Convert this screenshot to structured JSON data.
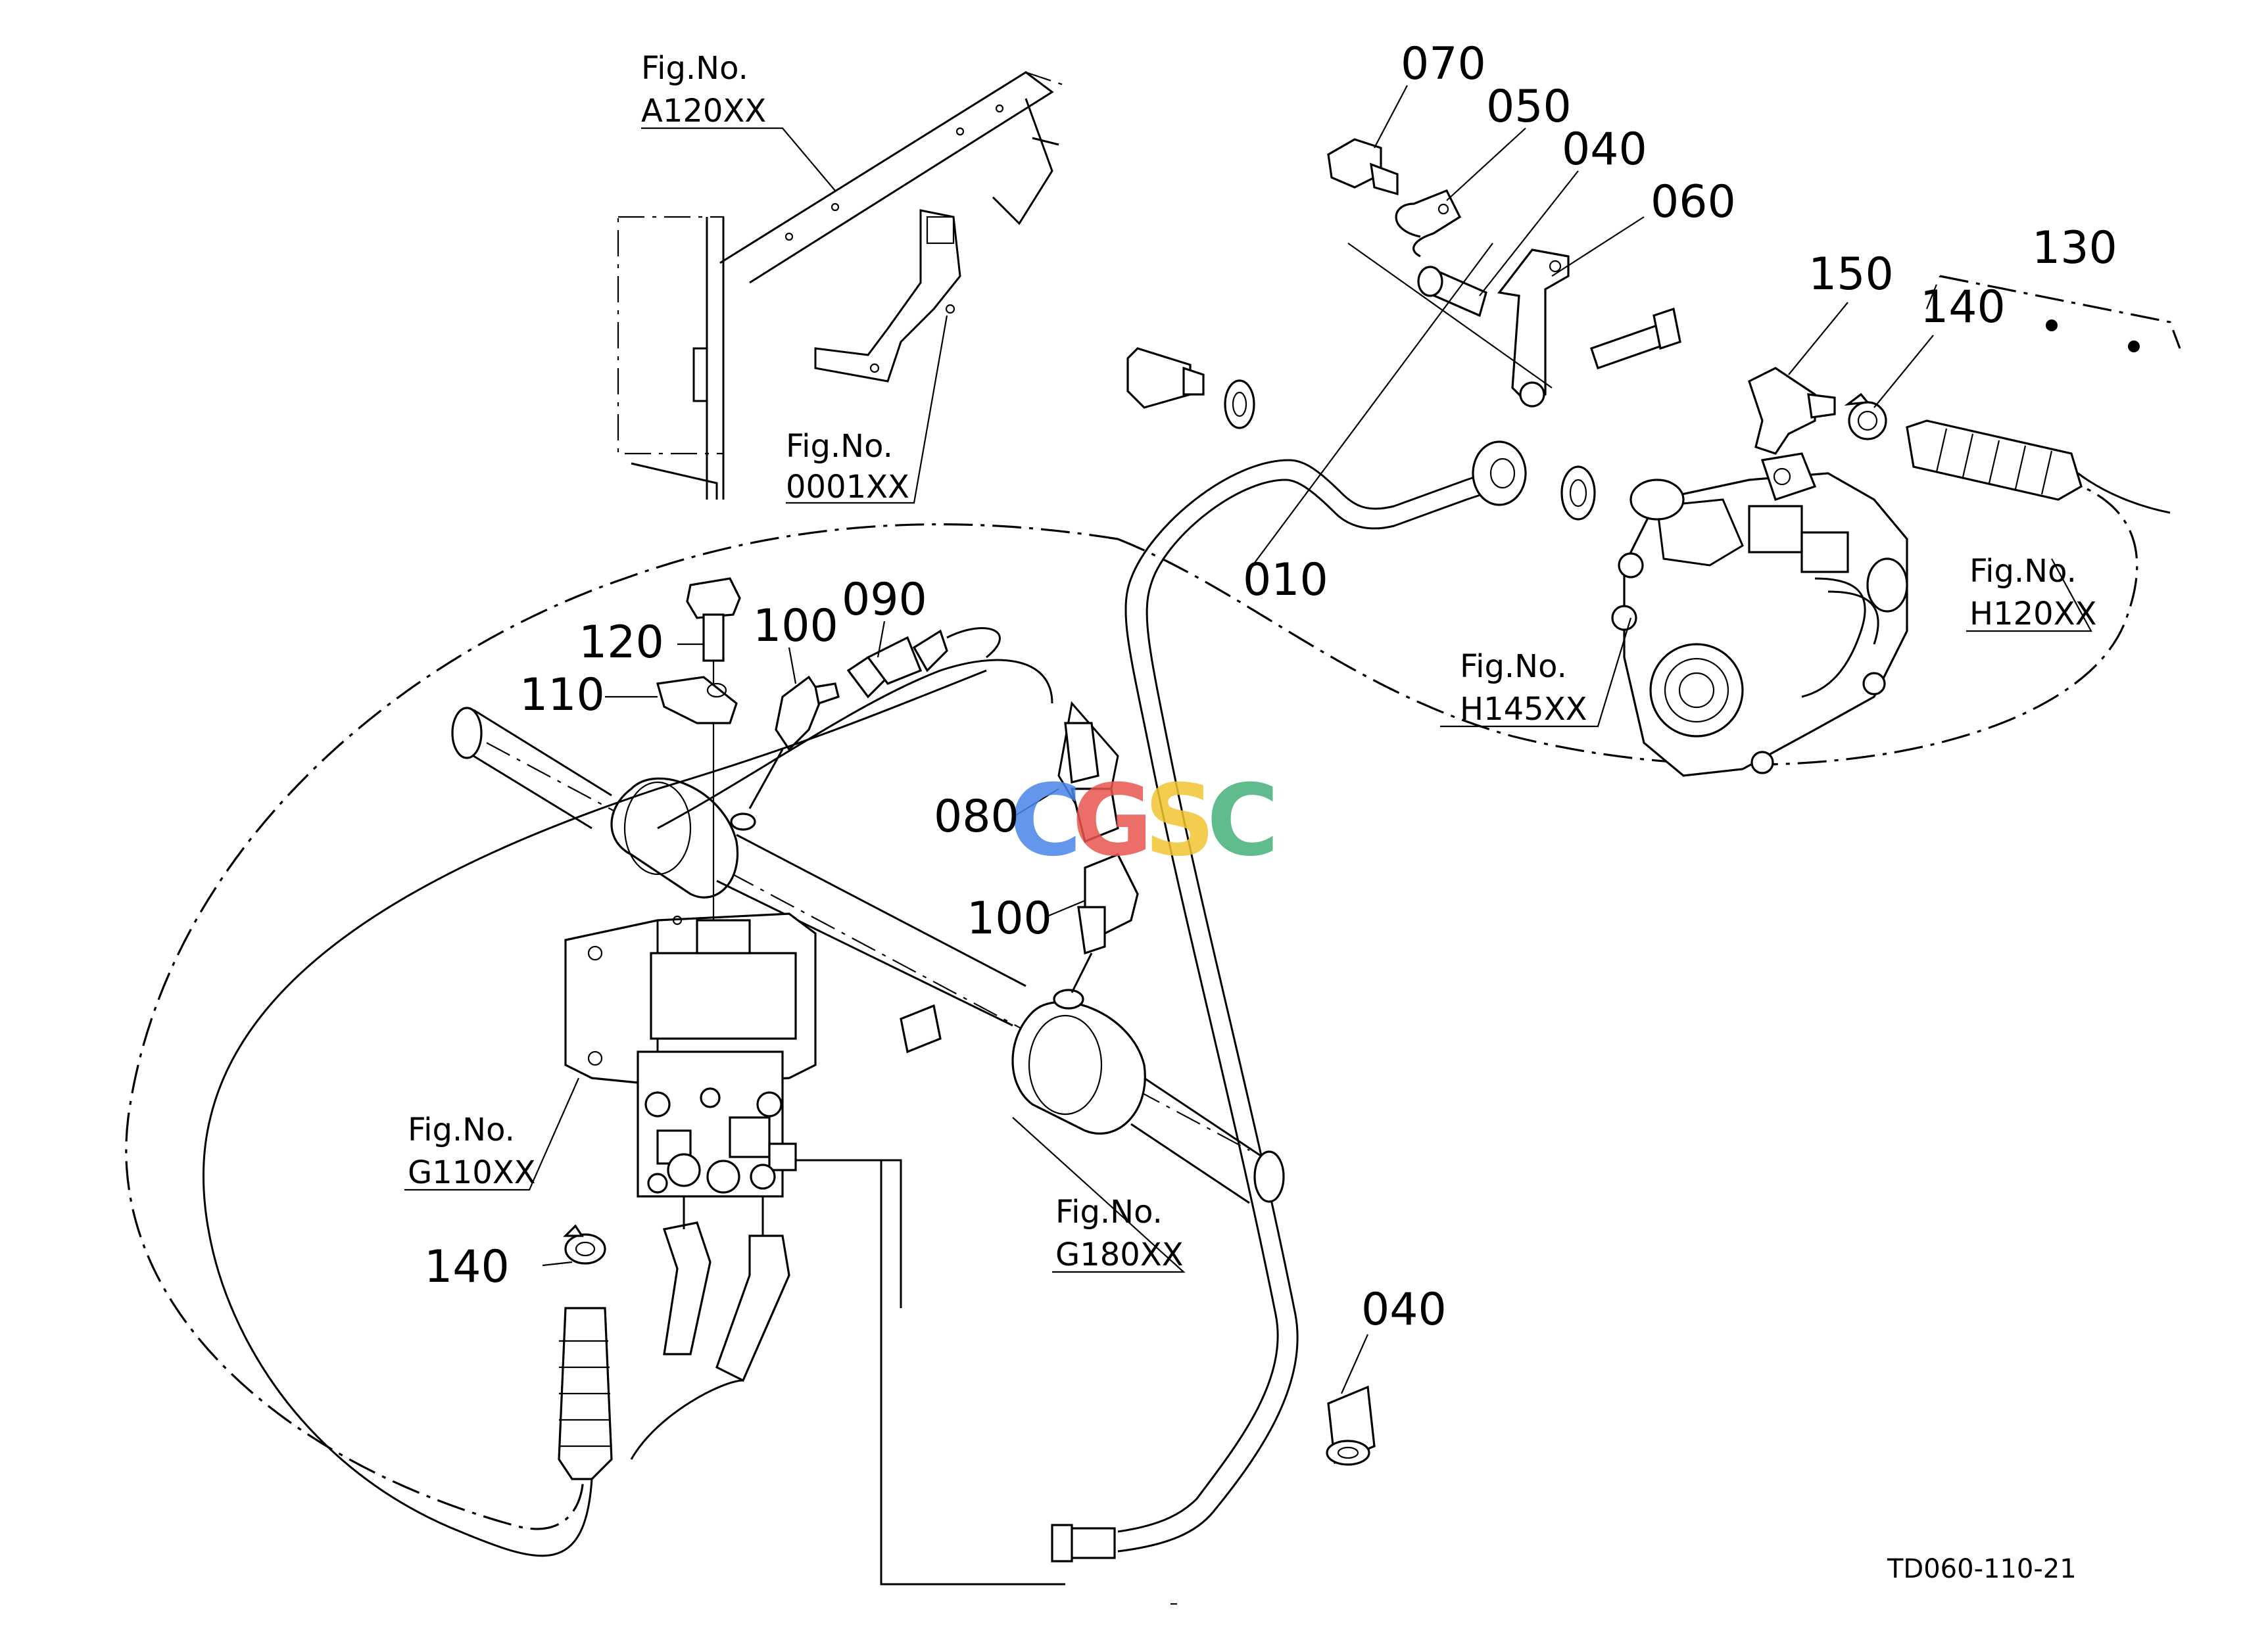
{
  "callouts": {
    "c070": "070",
    "c050": "050",
    "c040_top": "040",
    "c060": "060",
    "c150": "150",
    "c140_top": "140",
    "c130": "130",
    "c010": "010",
    "c120": "120",
    "c100_top": "100",
    "c090": "090",
    "c110": "110",
    "c080": "080",
    "c100_mid": "100",
    "c140_bottom": "140",
    "c040_bottom": "040"
  },
  "figrefs": {
    "a120": {
      "label": "Fig.No.",
      "code": "A120XX"
    },
    "f0001": {
      "label": "Fig.No.",
      "code": "0001XX"
    },
    "h120": {
      "label": "Fig.No.",
      "code": "H120XX"
    },
    "h145": {
      "label": "Fig.No.",
      "code": "H145XX"
    },
    "g110": {
      "label": "Fig.No.",
      "code": "G110XX"
    },
    "g180": {
      "label": "Fig.No.",
      "code": "G180XX"
    }
  },
  "document_id": "TD060-110-21",
  "watermark": {
    "letters": [
      "C",
      "G",
      "S",
      "C"
    ],
    "colors": [
      "#4a86e8",
      "#e8554f",
      "#f2c531",
      "#45b07a"
    ]
  }
}
